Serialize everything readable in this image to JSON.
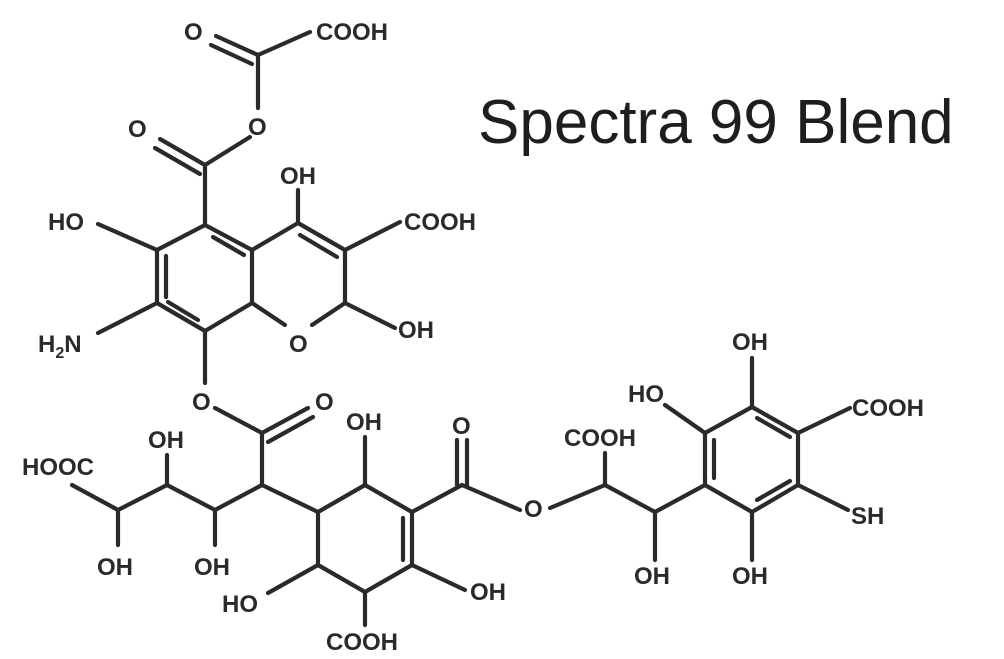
{
  "title": "Spectra 99 Blend",
  "labels": {
    "cooh_top": "COOH",
    "o_keto_top": "O",
    "o_ester_1": "O",
    "o_carbonyl_1": "O",
    "oh_ring_top": "OH",
    "cooh_ring": "COOH",
    "ho_left": "HO",
    "h2n": "H",
    "h2n_sub": "2",
    "h2n_n": "N",
    "o_ring": "O",
    "oh_ring_right": "OH",
    "o_linker": "O",
    "o_carbonyl_2": "O",
    "hooc_left": "HOOC",
    "oh_chain_top": "OH",
    "oh_chain_bottom_1": "OH",
    "oh_chain_bottom_2": "OH",
    "oh_hex_top": "OH",
    "o_carbonyl_3": "O",
    "o_ester_2": "O",
    "ho_hex_left": "HO",
    "oh_hex_right": "OH",
    "cooh_hex_bottom": "COOH",
    "cooh_side": "COOH",
    "oh_side_bottom": "OH",
    "oh_benz_top": "OH",
    "ho_benz": "HO",
    "cooh_benz": "COOH",
    "sh_benz": "SH",
    "oh_benz_bottom": "OH"
  },
  "colors": {
    "ink": "#2a2a2a",
    "title": "#1e1e1e",
    "background": "#ffffff"
  }
}
